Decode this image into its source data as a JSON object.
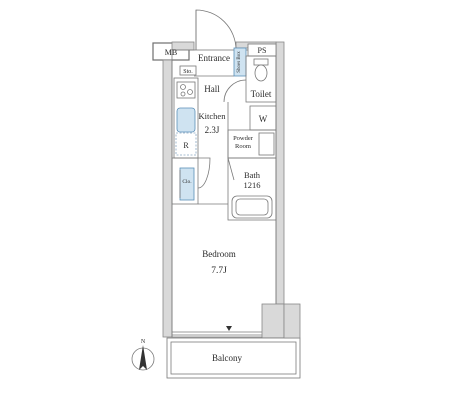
{
  "rooms": {
    "mb": "MB",
    "ps": "PS",
    "entrance": "Entrance",
    "shoes_box": "Shoes Box",
    "sto": "Sto.",
    "hall": "Hall",
    "toilet": "Toilet",
    "kitchen": "Kitchen",
    "kitchen_size": "2.3J",
    "washer": "W",
    "powder_room_line1": "Powder",
    "powder_room_line2": "Room",
    "refrigerator": "R",
    "closet": "Clo.",
    "bath": "Bath",
    "bath_size": "1216",
    "bedroom": "Bedroom",
    "bedroom_size": "7.7J",
    "balcony": "Balcony"
  },
  "compass": {
    "label": "N"
  },
  "colors": {
    "wall": "#6f6f6f",
    "fixture_blue": "#cfe3f1",
    "text": "#2b2b2b"
  }
}
